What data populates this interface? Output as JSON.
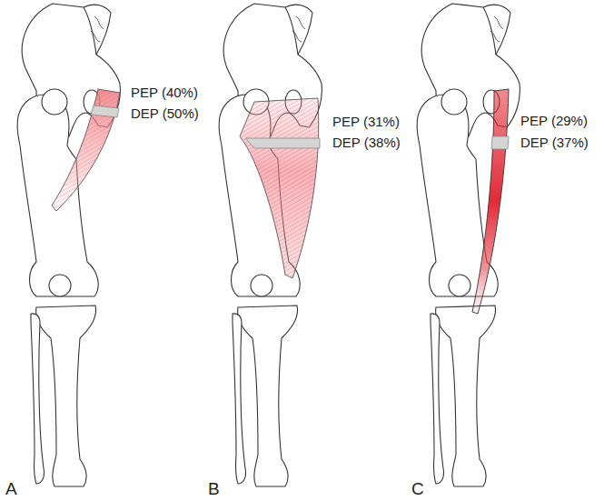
{
  "diagram": {
    "labels": [
      "PEP (40%)",
      "DEP (50%)",
      "A",
      "PEP (31%)",
      "DEP (38%)",
      "B",
      "PEP (29%)",
      "DEP (37%)",
      "C"
    ]
  }
}
